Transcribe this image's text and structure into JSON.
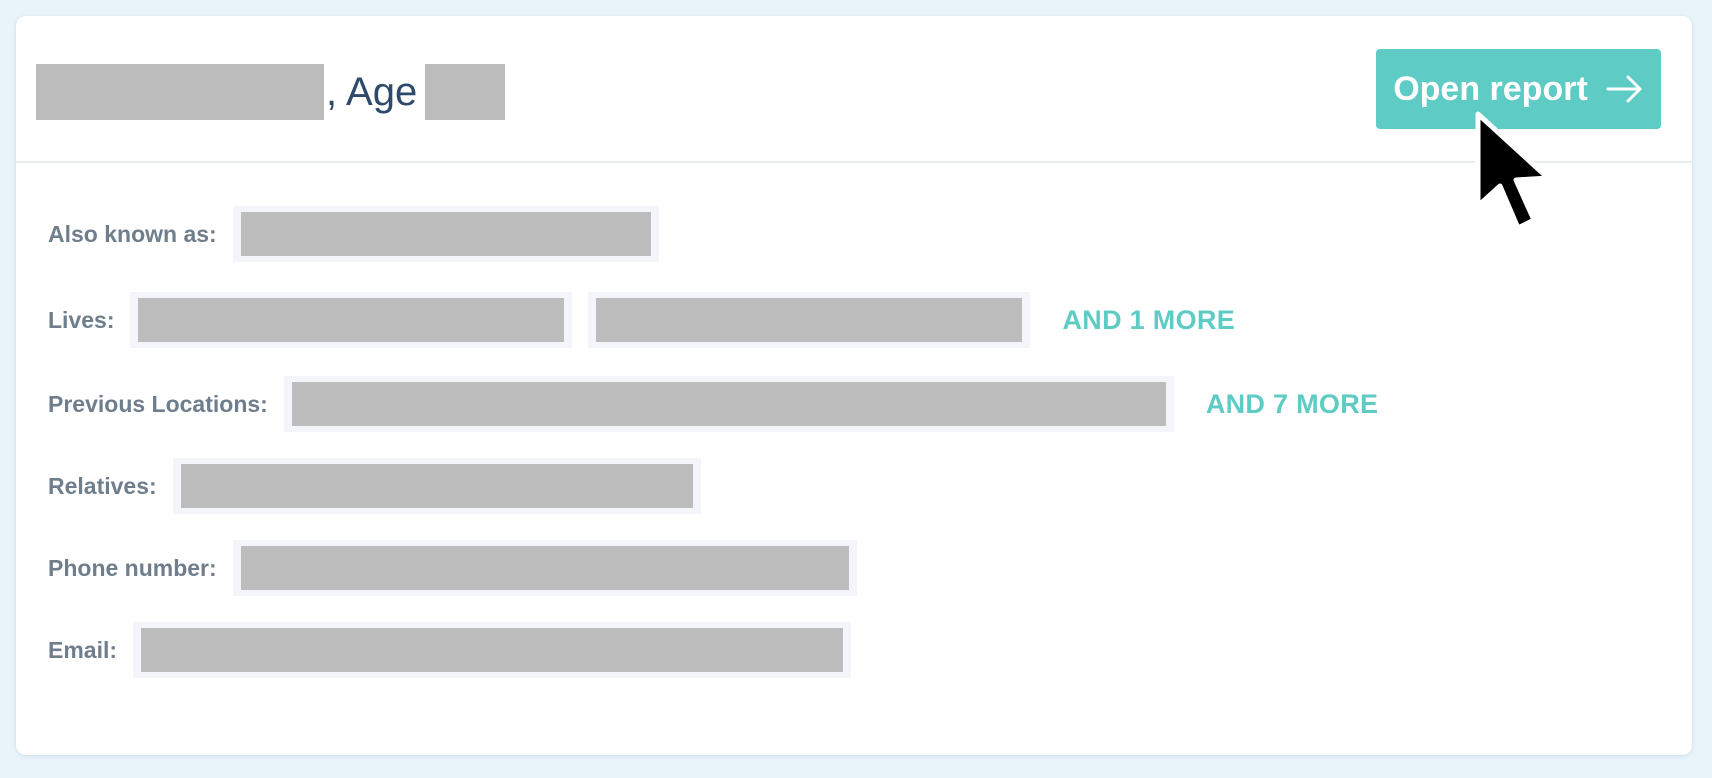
{
  "header": {
    "age_label": ", Age",
    "open_report_label": "Open report",
    "open_report_icon": "arrow-right-icon"
  },
  "details": {
    "also_known_as": {
      "label": "Also known as:"
    },
    "lives": {
      "label": "Lives:",
      "more": "AND 1 MORE"
    },
    "previous_locations": {
      "label": "Previous Locations:",
      "more": "AND 7 MORE"
    },
    "relatives": {
      "label": "Relatives:"
    },
    "phone_number": {
      "label": "Phone number:"
    },
    "email": {
      "label": "Email:"
    }
  },
  "colors": {
    "accent": "#5ecbc5",
    "title_text": "#2d4a6b",
    "label_text": "#6f7e8c",
    "redaction": "#bcbcbc",
    "background": "#e9f4fa"
  }
}
